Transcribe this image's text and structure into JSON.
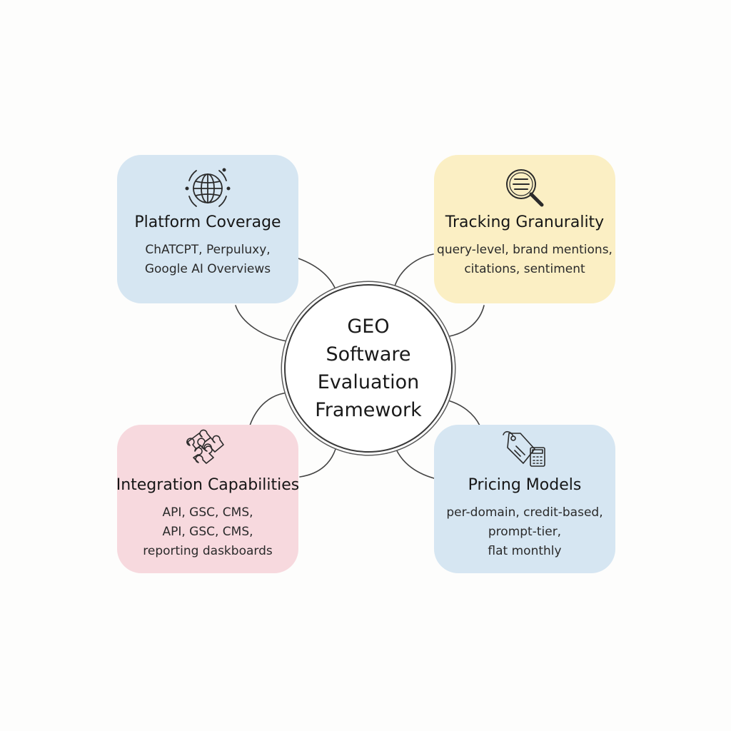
{
  "center": {
    "lines": [
      "GEO",
      "Software",
      "Evaluation",
      "Framework"
    ]
  },
  "cards": [
    {
      "title": "Platform Coverage",
      "icon": "globe-icon",
      "lines": [
        "ChATCPT, Perpuluxy,",
        "Google AI Overviews"
      ]
    },
    {
      "title": "Tracking Granurality",
      "icon": "magnifier-icon",
      "lines": [
        "query-level, brand mentions,",
        "citations, sentiment"
      ]
    },
    {
      "title": "Integration Capabilities",
      "icon": "puzzle-icon",
      "lines": [
        "API, GSC, CMS,",
        "API, GSC, CMS,",
        "reporting daskboards"
      ]
    },
    {
      "title": "Pricing Models",
      "icon": "price-tag-calculator-icon",
      "lines": [
        "per-domain, credit-based,",
        "prompt-tier,",
        "flat monthly"
      ]
    }
  ],
  "colors": {
    "blue_card": "#d6e6f2",
    "yellow_card": "#fbefc4",
    "pink_card": "#f7d9de",
    "line": "#3a3a3a"
  }
}
